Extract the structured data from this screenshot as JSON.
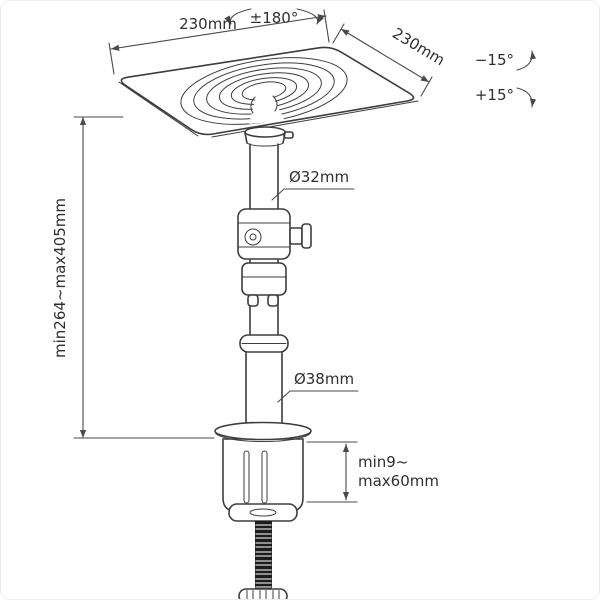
{
  "labels": {
    "rotation": "±180°",
    "top_width": "230mm",
    "side_depth": "230mm",
    "tilt_neg": "−15°",
    "tilt_pos": "+15°",
    "upper_pole_diameter": "Ø32mm",
    "lower_pole_diameter": "Ø38mm",
    "height_range": "min264~max405mm",
    "clamp_range_line1": "min9~",
    "clamp_range_line2": "max60mm"
  },
  "colors": {
    "line": "#3d3d3d",
    "dimension": "#4a4a4a",
    "text": "#2f2f2f",
    "background": "#ffffff",
    "screw_fill": "#1c1c1c"
  }
}
